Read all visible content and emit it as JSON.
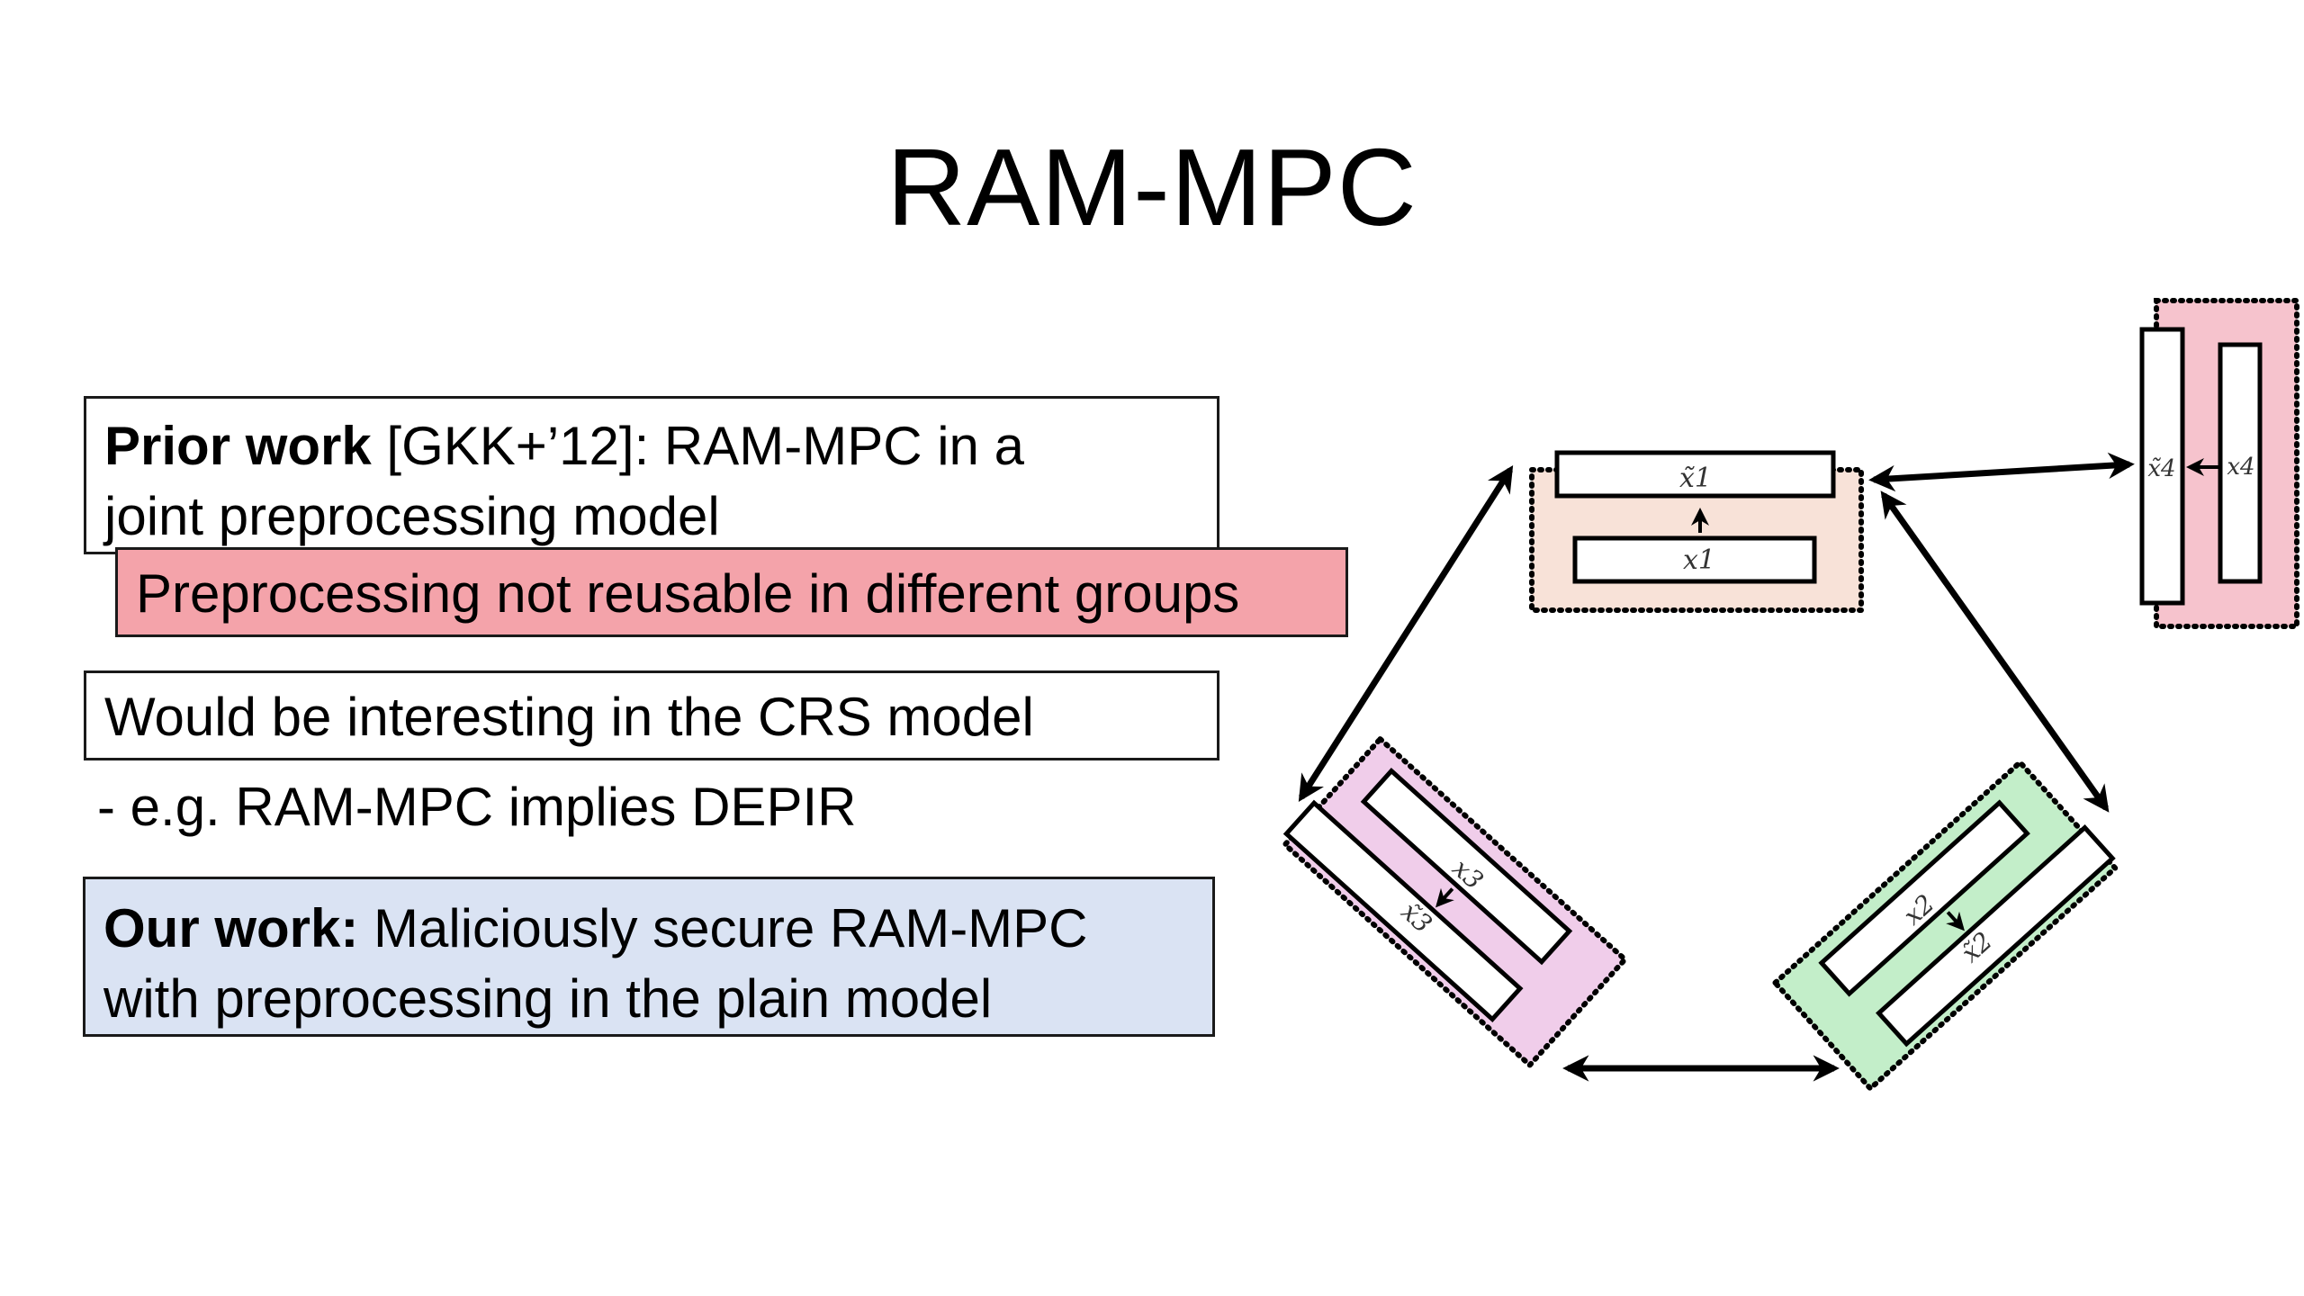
{
  "slide": {
    "title": "RAM-MPC"
  },
  "left_panel": {
    "prior_work": {
      "bold": "Prior work",
      "text_line1": " [GKK+’12]: RAM-MPC in a",
      "text_line2": "joint preprocessing model"
    },
    "limitation": "Preprocessing not reusable in different groups",
    "crs_note": "Would be interesting in the CRS model",
    "example": "- e.g. RAM-MPC implies DEPIR",
    "our_work": {
      "bold": "Our work:",
      "text_line1": " Maliciously secure RAM-MPC",
      "text_line2": "with preprocessing in the plain model"
    }
  },
  "diagram": {
    "nodes": [
      {
        "id": "party-1",
        "input_label": "x1",
        "preprocessed_label": "x̃1",
        "fill": "#f8e2d8"
      },
      {
        "id": "party-2",
        "input_label": "x2",
        "preprocessed_label": "x̃2",
        "fill": "#c3eec9"
      },
      {
        "id": "party-3",
        "input_label": "x3",
        "preprocessed_label": "x̃3",
        "fill": "#f0cdea"
      },
      {
        "id": "party-4",
        "input_label": "x4",
        "preprocessed_label": "x̃4",
        "fill": "#f6c3cd"
      }
    ],
    "edges": [
      {
        "from": "party-1",
        "to": "party-3",
        "type": "bidirectional"
      },
      {
        "from": "party-1",
        "to": "party-4",
        "type": "bidirectional"
      },
      {
        "from": "party-1",
        "to": "party-2",
        "type": "bidirectional"
      },
      {
        "from": "party-3",
        "to": "party-2",
        "type": "bidirectional"
      }
    ]
  },
  "colors": {
    "limitation_bg": "#f4a3aa",
    "our_work_bg": "#dae3f3"
  }
}
